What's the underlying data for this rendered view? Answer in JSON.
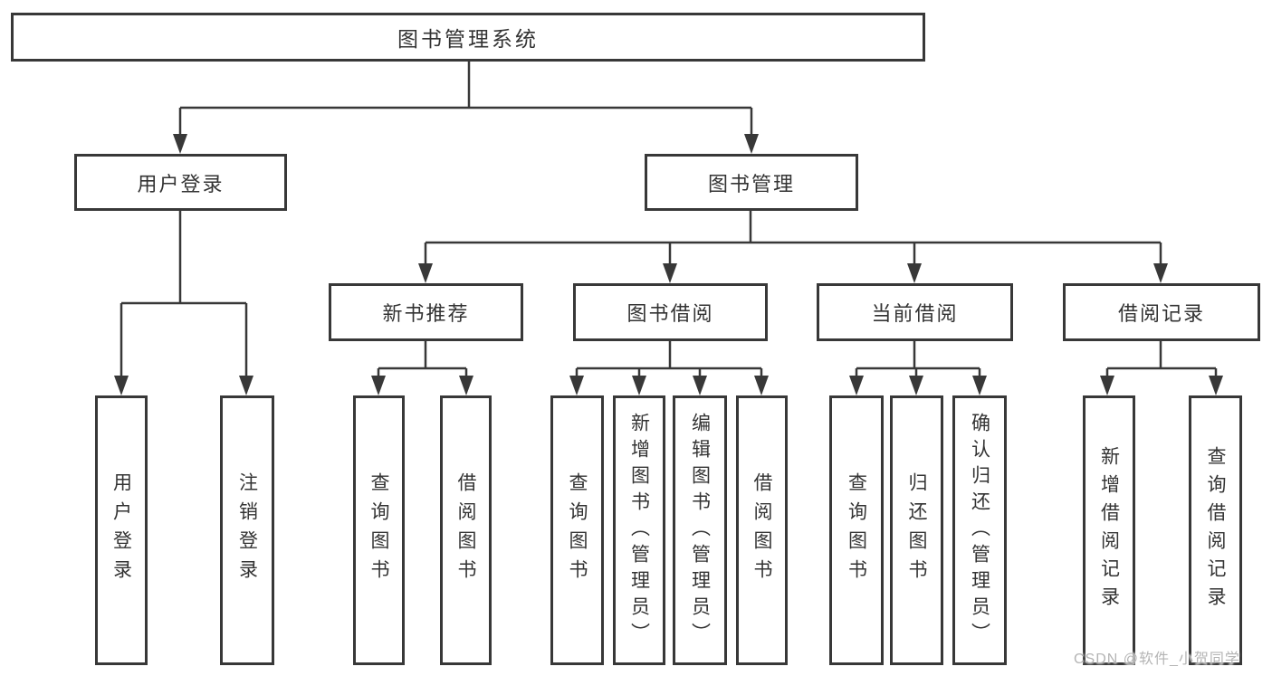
{
  "diagram_title": "图书管理系统",
  "tree": {
    "label": "图书管理系统",
    "children": [
      {
        "label": "用户登录",
        "children": [
          {
            "label": "用户登录"
          },
          {
            "label": "注销登录"
          }
        ]
      },
      {
        "label": "图书管理",
        "children": [
          {
            "label": "新书推荐",
            "children": [
              {
                "label": "查询图书"
              },
              {
                "label": "借阅图书"
              }
            ]
          },
          {
            "label": "图书借阅",
            "children": [
              {
                "label": "查询图书"
              },
              {
                "label": "新增图书（管理员）"
              },
              {
                "label": "编辑图书（管理员）"
              },
              {
                "label": "借阅图书"
              }
            ]
          },
          {
            "label": "当前借阅",
            "children": [
              {
                "label": "查询图书"
              },
              {
                "label": "归还图书"
              },
              {
                "label": "确认归还（管理员）"
              }
            ]
          },
          {
            "label": "借阅记录",
            "children": [
              {
                "label": "新增借阅记录"
              },
              {
                "label": "查询借阅记录"
              }
            ]
          }
        ]
      }
    ]
  },
  "watermark": {
    "text": "CSDN @软件_小贺同学"
  },
  "colors": {
    "border": "#383838",
    "line": "#383838",
    "text": "#333333",
    "background": "#ffffff",
    "watermark": "#b4b4b4"
  }
}
